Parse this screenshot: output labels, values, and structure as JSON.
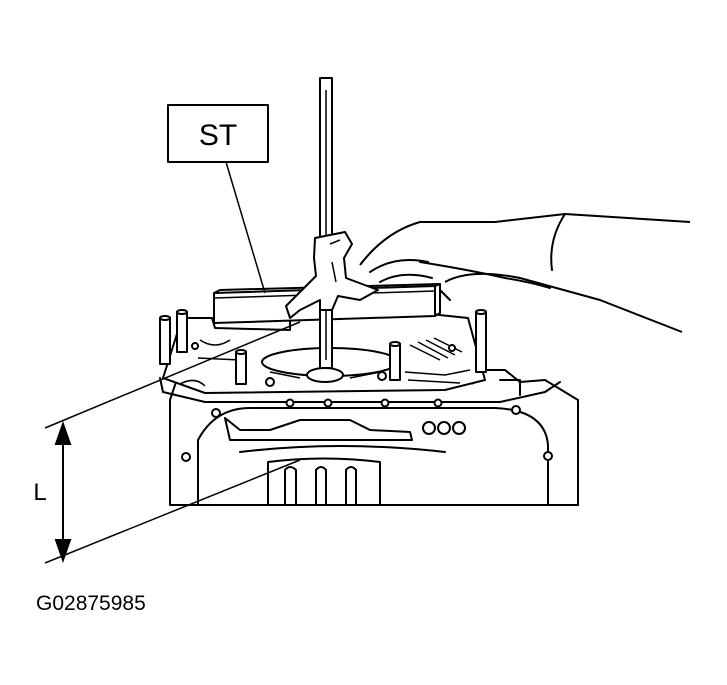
{
  "diagram": {
    "tool_label": "ST",
    "dimension_label": "L",
    "figure_id": "G02875985"
  },
  "colors": {
    "line": "#000000",
    "background": "#ffffff"
  }
}
